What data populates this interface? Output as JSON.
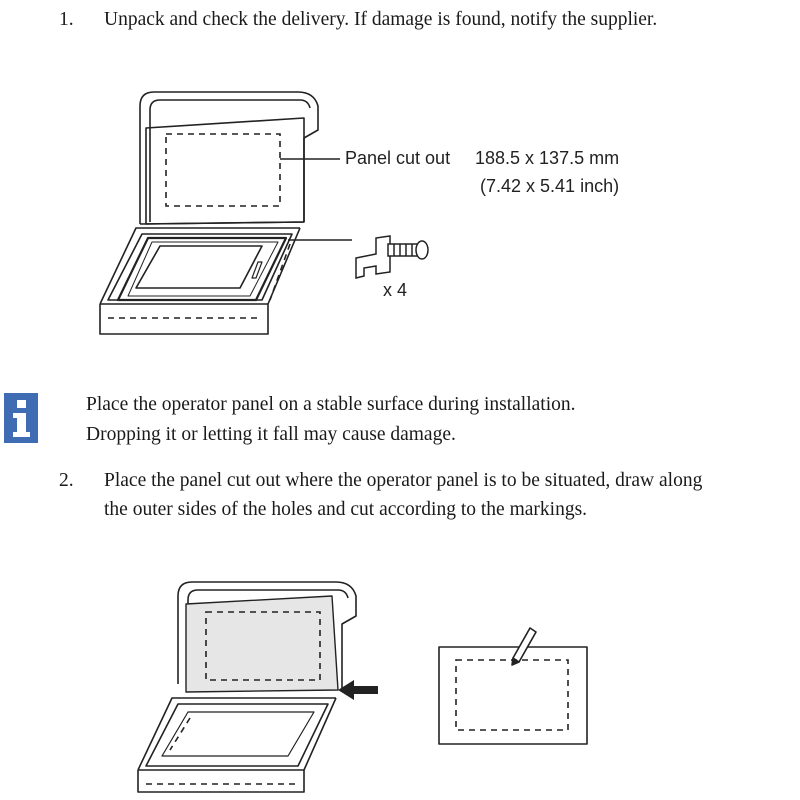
{
  "steps": [
    {
      "number": "1.",
      "lines": [
        "Unpack and check the delivery. If damage is found, notify the supplier."
      ]
    },
    {
      "number": "2.",
      "lines": [
        "Place the panel cut out where the operator panel is to be situated, draw along",
        "the outer sides of the holes and cut according to the markings."
      ]
    }
  ],
  "note": {
    "icon": "info-icon",
    "lines": [
      "Place the operator panel on a stable surface during installation.",
      "Dropping it or letting it fall may cause damage."
    ]
  },
  "figure1": {
    "cutout_label": "Panel cut out",
    "cutout_mm": "188.5 x 137.5 mm",
    "cutout_inch": "(7.42 x 5.41 inch)",
    "clamp_count": "x 4"
  },
  "colors": {
    "icon_blue": "#3f6cb3",
    "shade": "#e6e6e6"
  }
}
